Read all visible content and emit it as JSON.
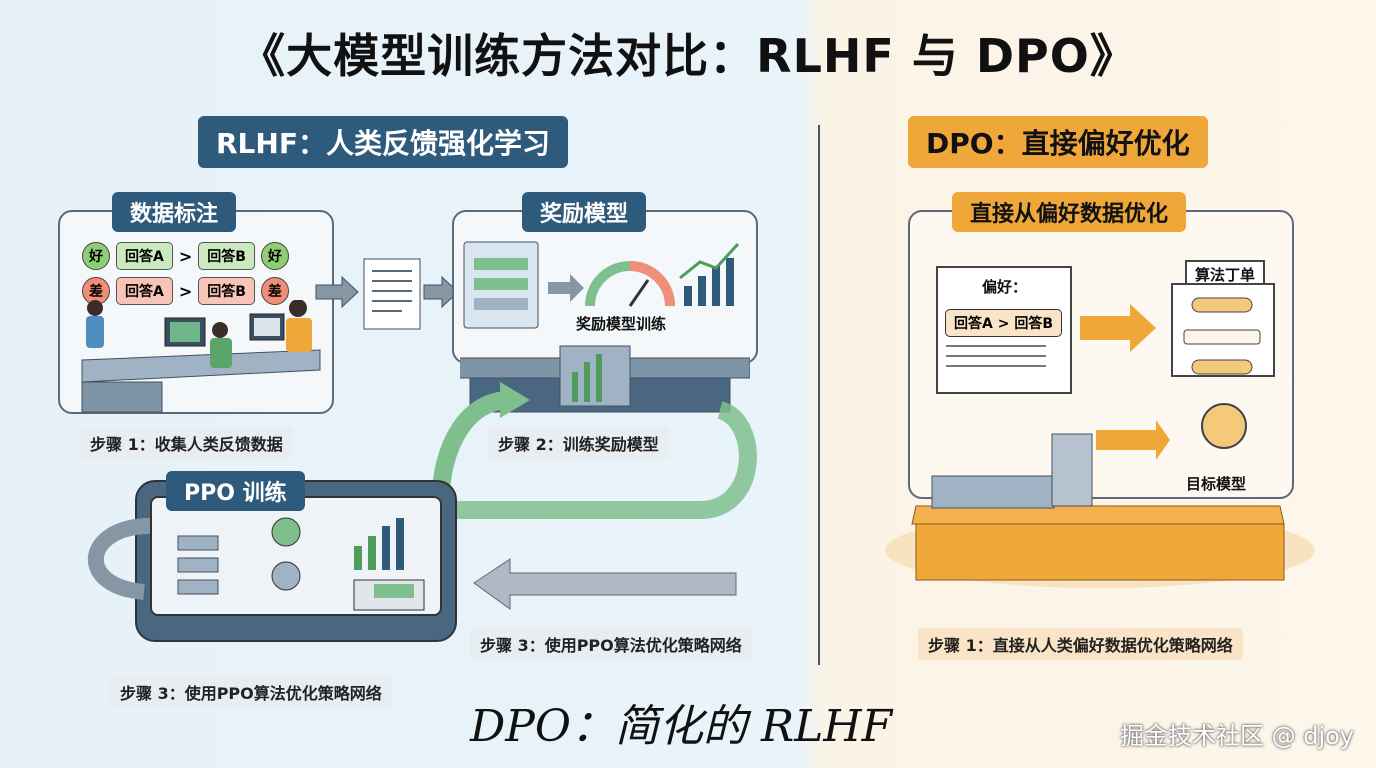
{
  "title": "《大模型训练方法对比：RLHF 与 DPO》",
  "rlhf": {
    "heading": "RLHF：人类反馈强化学习",
    "data_annotation": {
      "title": "数据标注",
      "row1": {
        "left_badge": "好",
        "left_answer": "回答A",
        "compare": ">",
        "right_answer": "回答B",
        "right_badge": "好"
      },
      "row2": {
        "left_badge": "差",
        "left_answer": "回答A",
        "compare": ">",
        "right_answer": "回答B",
        "right_badge": "差"
      },
      "step": "步骤 1：收集人类反馈数据"
    },
    "reward_model": {
      "title": "奖励模型",
      "training_label": "奖励模型训练",
      "step": "步骤 2：训练奖励模型"
    },
    "ppo": {
      "title": "PPO 训练",
      "step": "步骤 3：使用PPO算法优化策略网络",
      "arrow_step": "步骤 3：使用PPO算法优化策略网络"
    }
  },
  "dpo": {
    "heading": "DPO：直接偏好优化",
    "panel_title": "直接从偏好数据优化",
    "preference_label": "偏好：",
    "preference_value": "回答A > 回答B",
    "algorithm_label": "算法丁单",
    "target_label": "目标模型",
    "step": "步骤 1：直接从人类偏好数据优化策略网络"
  },
  "subtitle": "DPO：简化的 RLHF",
  "watermark": "掘金技术社区 @ djoy",
  "colors": {
    "navy": "#2e5a7c",
    "orange": "#f0a73a",
    "green_arrow": "#7fbf8e",
    "good": "#8fcf74",
    "bad": "#f08e79"
  }
}
